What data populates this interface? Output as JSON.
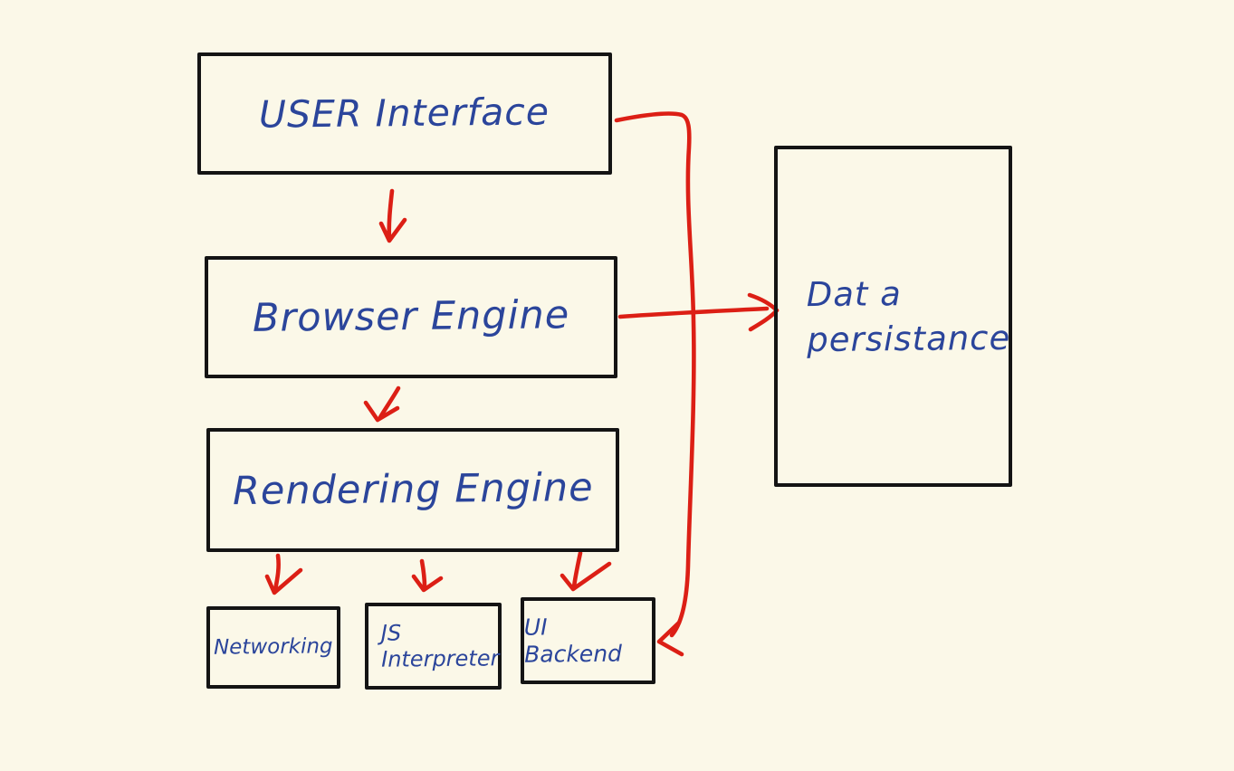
{
  "colors": {
    "background": "#FBF8E8",
    "box_border": "#141414",
    "ink_blue": "#2B459B",
    "arrow_red": "#DC1F15"
  },
  "nodes": {
    "user_interface": {
      "label": "USER Interface"
    },
    "browser_engine": {
      "label": "Browser Engine"
    },
    "rendering_engine": {
      "label": "Rendering Engine"
    },
    "networking": {
      "label": "Networking"
    },
    "js_interpreter": {
      "label": "JS\nInterpreter"
    },
    "ui_backend": {
      "label": "UI Backend"
    },
    "data_persistance": {
      "label": "Dat a\npersistance"
    }
  },
  "edges": [
    {
      "name": "ui-to-browser",
      "from": "user_interface",
      "to": "browser_engine"
    },
    {
      "name": "browser-to-rendering",
      "from": "browser_engine",
      "to": "rendering_engine"
    },
    {
      "name": "rendering-to-networking",
      "from": "rendering_engine",
      "to": "networking"
    },
    {
      "name": "rendering-to-js",
      "from": "rendering_engine",
      "to": "js_interpreter"
    },
    {
      "name": "rendering-to-ui-backend",
      "from": "rendering_engine",
      "to": "ui_backend"
    },
    {
      "name": "browser-to-data-persistance",
      "from": "browser_engine",
      "to": "data_persistance"
    },
    {
      "name": "ui-to-ui-backend",
      "from": "user_interface",
      "to": "ui_backend"
    }
  ]
}
